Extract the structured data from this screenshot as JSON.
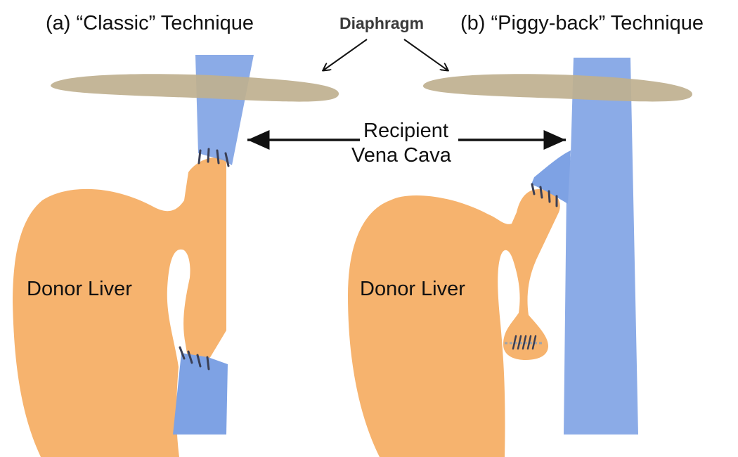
{
  "panels": {
    "a_title": "(a) “Classic” Technique",
    "b_title": "(b) “Piggy-back” Technique"
  },
  "labels": {
    "diaphragm": "Diaphragm",
    "recipient_line1": "Recipient",
    "recipient_line2": "Vena Cava",
    "donor_liver_a": "Donor Liver",
    "donor_liver_b": "Donor Liver"
  },
  "colors": {
    "diaphragm": "#bfb08f",
    "vena_cava": "#7ea2e4",
    "liver": "#f6b36e",
    "suture": "#3a3f55",
    "arrow": "#111111"
  }
}
